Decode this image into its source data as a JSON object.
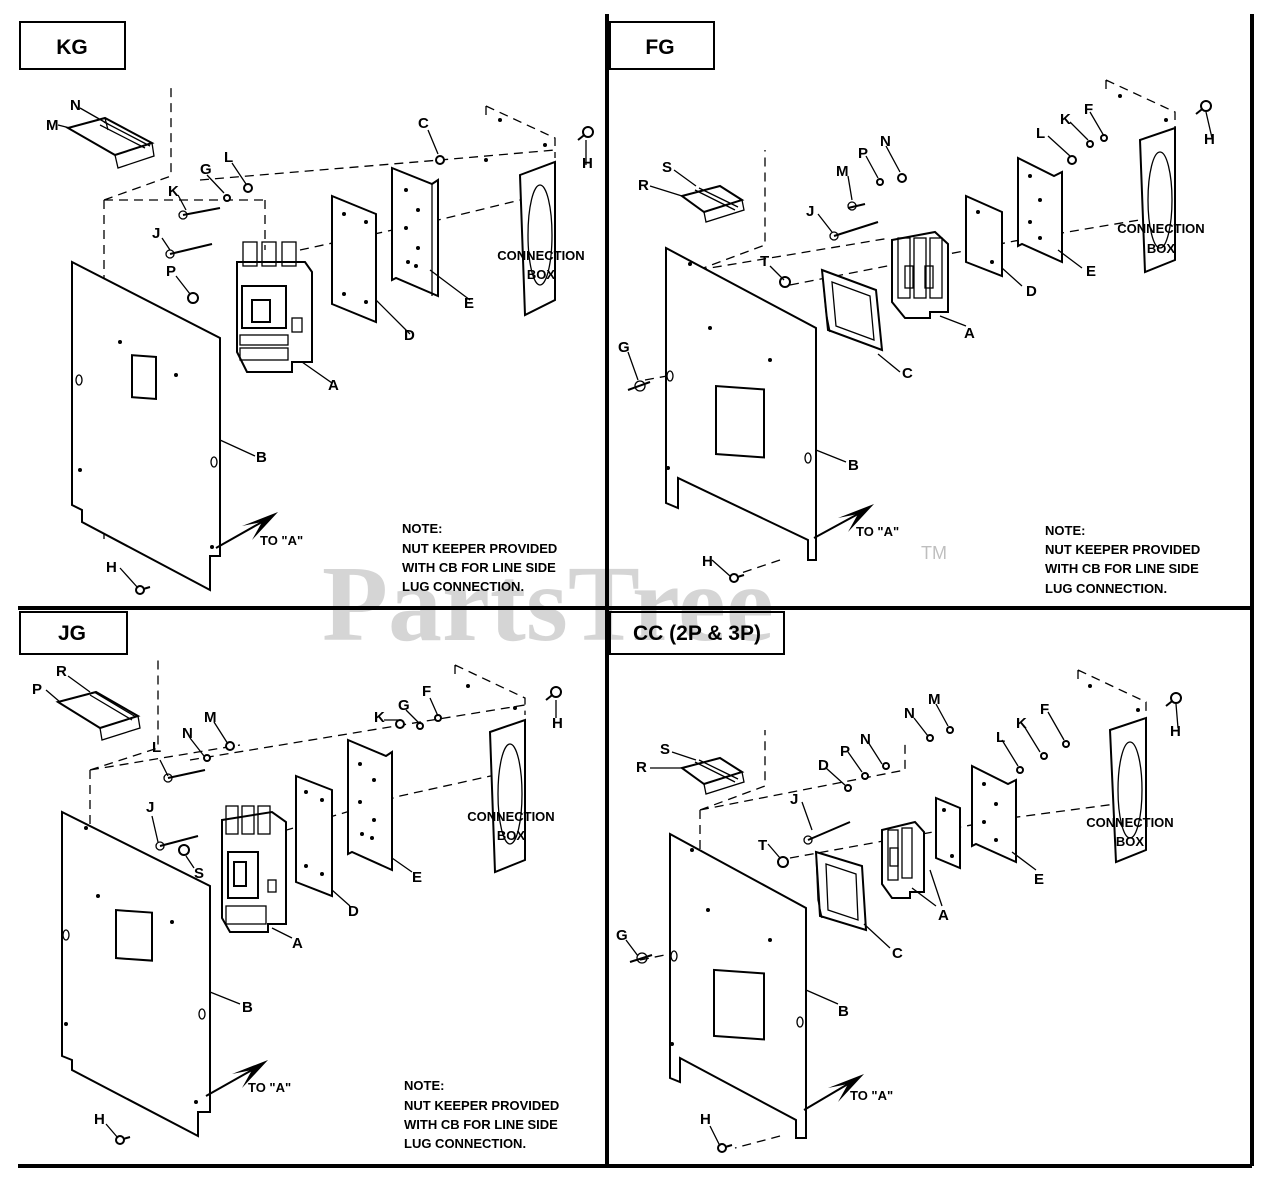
{
  "watermark": {
    "brand": "PartsTree",
    "trademark": "TM"
  },
  "panels": [
    {
      "id": "kg",
      "title": "KG",
      "connection_box": [
        "CONNECTION",
        "BOX"
      ],
      "to_a": "TO \"A\"",
      "note": [
        "NOTE:",
        "NUT KEEPER PROVIDED",
        "WITH CB FOR LINE SIDE",
        "LUG CONNECTION."
      ],
      "callouts": [
        "N",
        "M",
        "G",
        "L",
        "K",
        "J",
        "P",
        "C",
        "H",
        "E",
        "D",
        "A",
        "B",
        "H"
      ]
    },
    {
      "id": "fg",
      "title": "FG",
      "connection_box": [
        "CONNECTION",
        "BOX"
      ],
      "to_a": "TO \"A\"",
      "note": [
        "NOTE:",
        "NUT KEEPER PROVIDED",
        "WITH CB FOR LINE SIDE",
        "LUG CONNECTION."
      ],
      "callouts": [
        "S",
        "R",
        "M",
        "P",
        "N",
        "J",
        "T",
        "G",
        "L",
        "K",
        "F",
        "H",
        "E",
        "D",
        "A",
        "C",
        "B",
        "H"
      ]
    },
    {
      "id": "jg",
      "title": "JG",
      "connection_box": [
        "CONNECTION",
        "BOX"
      ],
      "to_a": "TO \"A\"",
      "note": [
        "NOTE:",
        "NUT KEEPER PROVIDED",
        "WITH CB FOR LINE SIDE",
        "LUG CONNECTION."
      ],
      "callouts": [
        "R",
        "P",
        "M",
        "N",
        "L",
        "J",
        "S",
        "K",
        "G",
        "F",
        "H",
        "E",
        "D",
        "A",
        "B",
        "H"
      ]
    },
    {
      "id": "cc",
      "title": "CC (2P & 3P)",
      "connection_box": [
        "CONNECTION",
        "BOX"
      ],
      "to_a": "TO \"A\"",
      "callouts": [
        "S",
        "R",
        "D",
        "P",
        "N",
        "N",
        "M",
        "J",
        "T",
        "G",
        "L",
        "K",
        "F",
        "H",
        "E",
        "A",
        "C",
        "B",
        "H"
      ]
    }
  ]
}
